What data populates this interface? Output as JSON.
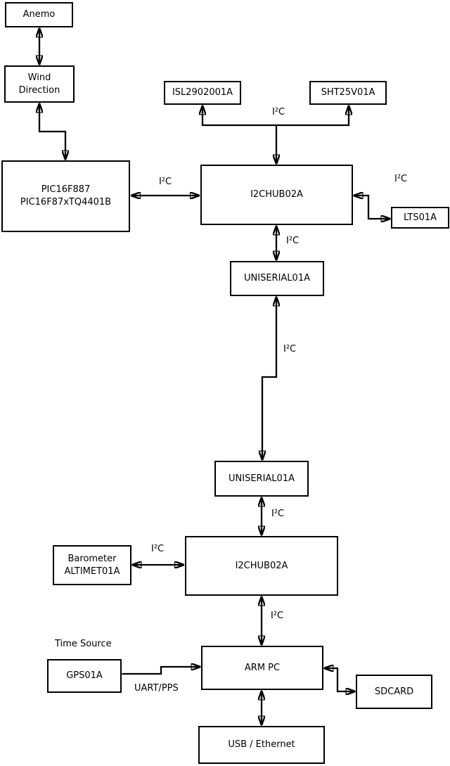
{
  "nodes": {
    "anemo": {
      "label": "Anemo"
    },
    "wind_direction": {
      "label": "Wind\nDirection"
    },
    "pic": {
      "label": "PIC16F887\nPIC16F87xTQ4401B"
    },
    "isl": {
      "label": "ISL2902001A"
    },
    "sht": {
      "label": "SHT25V01A"
    },
    "i2c_hub_top": {
      "label": "I2CHUB02A"
    },
    "lts": {
      "label": "LTS01A"
    },
    "uniserial_top": {
      "label": "UNISERIAL01A"
    },
    "uniserial_bottom": {
      "label": "UNISERIAL01A"
    },
    "barometer": {
      "label": "Barometer\nALTIMET01A"
    },
    "i2c_hub_bottom": {
      "label": "I2CHUB02A"
    },
    "gps": {
      "label": "GPS01A"
    },
    "arm_pc": {
      "label": "ARM PC"
    },
    "sdcard": {
      "label": "SDCARD"
    },
    "usb_ethernet": {
      "label": "USB / Ethernet"
    }
  },
  "edge_labels": {
    "i2c": "I²C",
    "uart_pps": "UART/PPS",
    "time_source": "Time Source"
  },
  "edges": [
    {
      "from": "anemo",
      "to": "wind_direction",
      "direction": "both",
      "label": ""
    },
    {
      "from": "wind_direction",
      "to": "pic",
      "direction": "both",
      "label": ""
    },
    {
      "from": "pic",
      "to": "i2c_hub_top",
      "direction": "both",
      "label": "I²C"
    },
    {
      "from": "i2c_hub_top",
      "to": "isl",
      "direction": "both",
      "label": "I²C"
    },
    {
      "from": "i2c_hub_top",
      "to": "sht",
      "direction": "both",
      "label": "I²C"
    },
    {
      "from": "i2c_hub_top",
      "to": "lts",
      "direction": "both",
      "label": "I²C"
    },
    {
      "from": "i2c_hub_top",
      "to": "uniserial_top",
      "direction": "both",
      "label": "I²C"
    },
    {
      "from": "uniserial_top",
      "to": "uniserial_bottom",
      "direction": "both",
      "label": "I²C"
    },
    {
      "from": "uniserial_bottom",
      "to": "i2c_hub_bottom",
      "direction": "both",
      "label": "I²C"
    },
    {
      "from": "barometer",
      "to": "i2c_hub_bottom",
      "direction": "both",
      "label": "I²C"
    },
    {
      "from": "i2c_hub_bottom",
      "to": "arm_pc",
      "direction": "both",
      "label": "I²C"
    },
    {
      "from": "gps",
      "to": "arm_pc",
      "direction": "forward",
      "label": "UART/PPS"
    },
    {
      "from": "arm_pc",
      "to": "sdcard",
      "direction": "both",
      "label": ""
    },
    {
      "from": "arm_pc",
      "to": "usb_ethernet",
      "direction": "both",
      "label": ""
    }
  ],
  "colors": {
    "line": "#000000",
    "text": "#000000",
    "background": "#ffffff"
  }
}
